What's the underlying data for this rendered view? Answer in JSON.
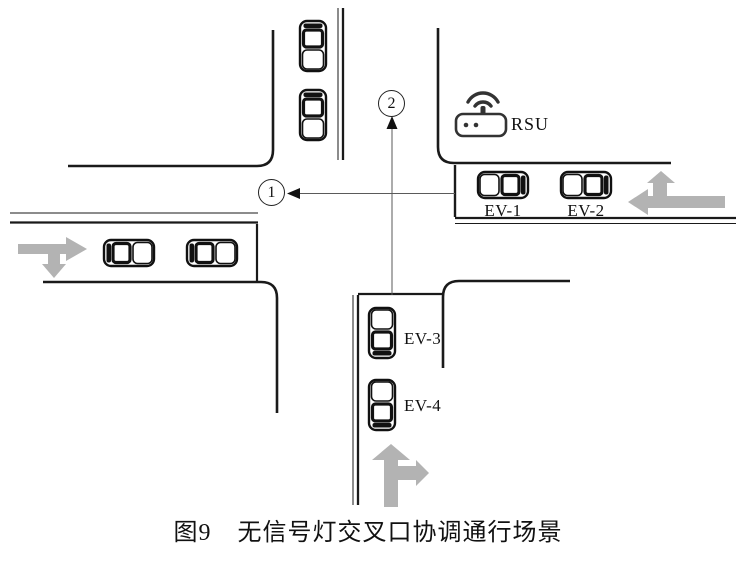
{
  "caption": {
    "number": "图9",
    "title": "无信号灯交叉口协调通行场景"
  },
  "labels": {
    "phase1": "1",
    "phase2": "2",
    "rsu": "RSU",
    "ev1": "EV-1",
    "ev2": "EV-2",
    "ev3": "EV-3",
    "ev4": "EV-4"
  },
  "icons": {
    "rsu": "rsu-roadside-unit-icon",
    "vehicles": [
      "car-icon-north-queue-1",
      "car-icon-north-queue-2",
      "car-icon-west-queue-1",
      "car-icon-west-queue-2",
      "car-icon-ev1",
      "car-icon-ev2",
      "car-icon-ev3",
      "car-icon-ev4"
    ],
    "turn_arrows": [
      "straight-and-right-turn-arrow-west-approach",
      "straight-and-left-turn-arrow-east-approach",
      "straight-and-right-turn-arrow-south-approach"
    ]
  },
  "colors": {
    "background": "#ffffff",
    "road_line": "#1a1a1a",
    "guide_line": "#5a5a5a",
    "turn_arrow_gray": "#b3b3b3",
    "text": "#111111"
  }
}
